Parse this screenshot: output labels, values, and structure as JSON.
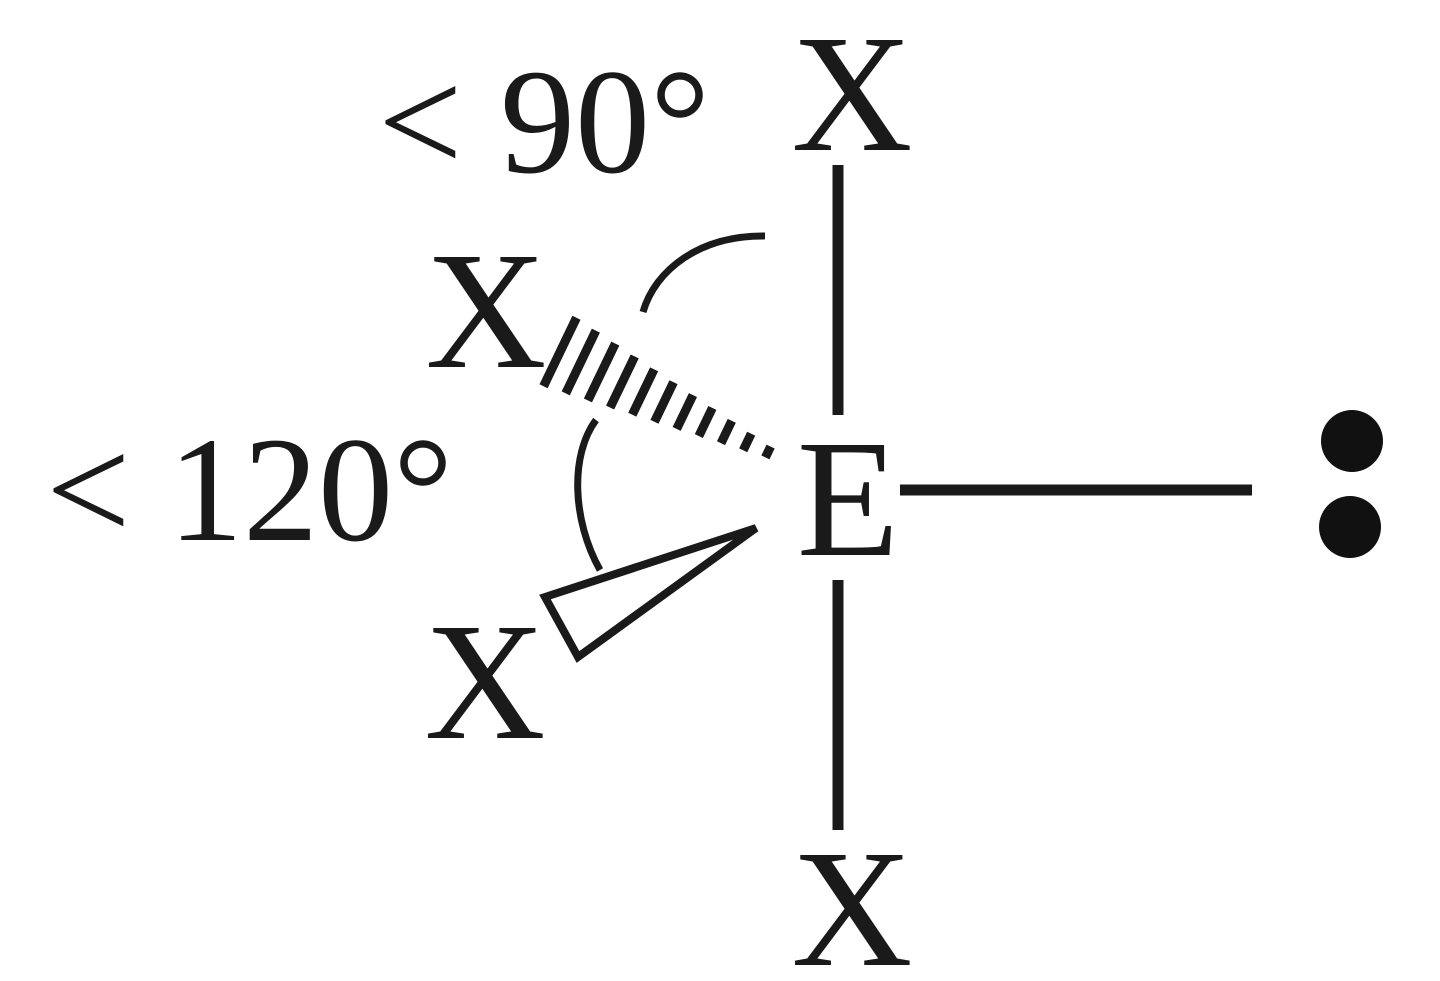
{
  "molecule": {
    "central_atom": "E",
    "ligands": {
      "axial_top": "X",
      "axial_bottom": "X",
      "equatorial_back": "X",
      "equatorial_front": "X"
    },
    "lone_pair": ":"
  },
  "angles": {
    "axial_equatorial": "< 90°",
    "equatorial_equatorial": "< 120°"
  },
  "colors": {
    "ink": "#1a1a1a",
    "background": "#ffffff"
  }
}
